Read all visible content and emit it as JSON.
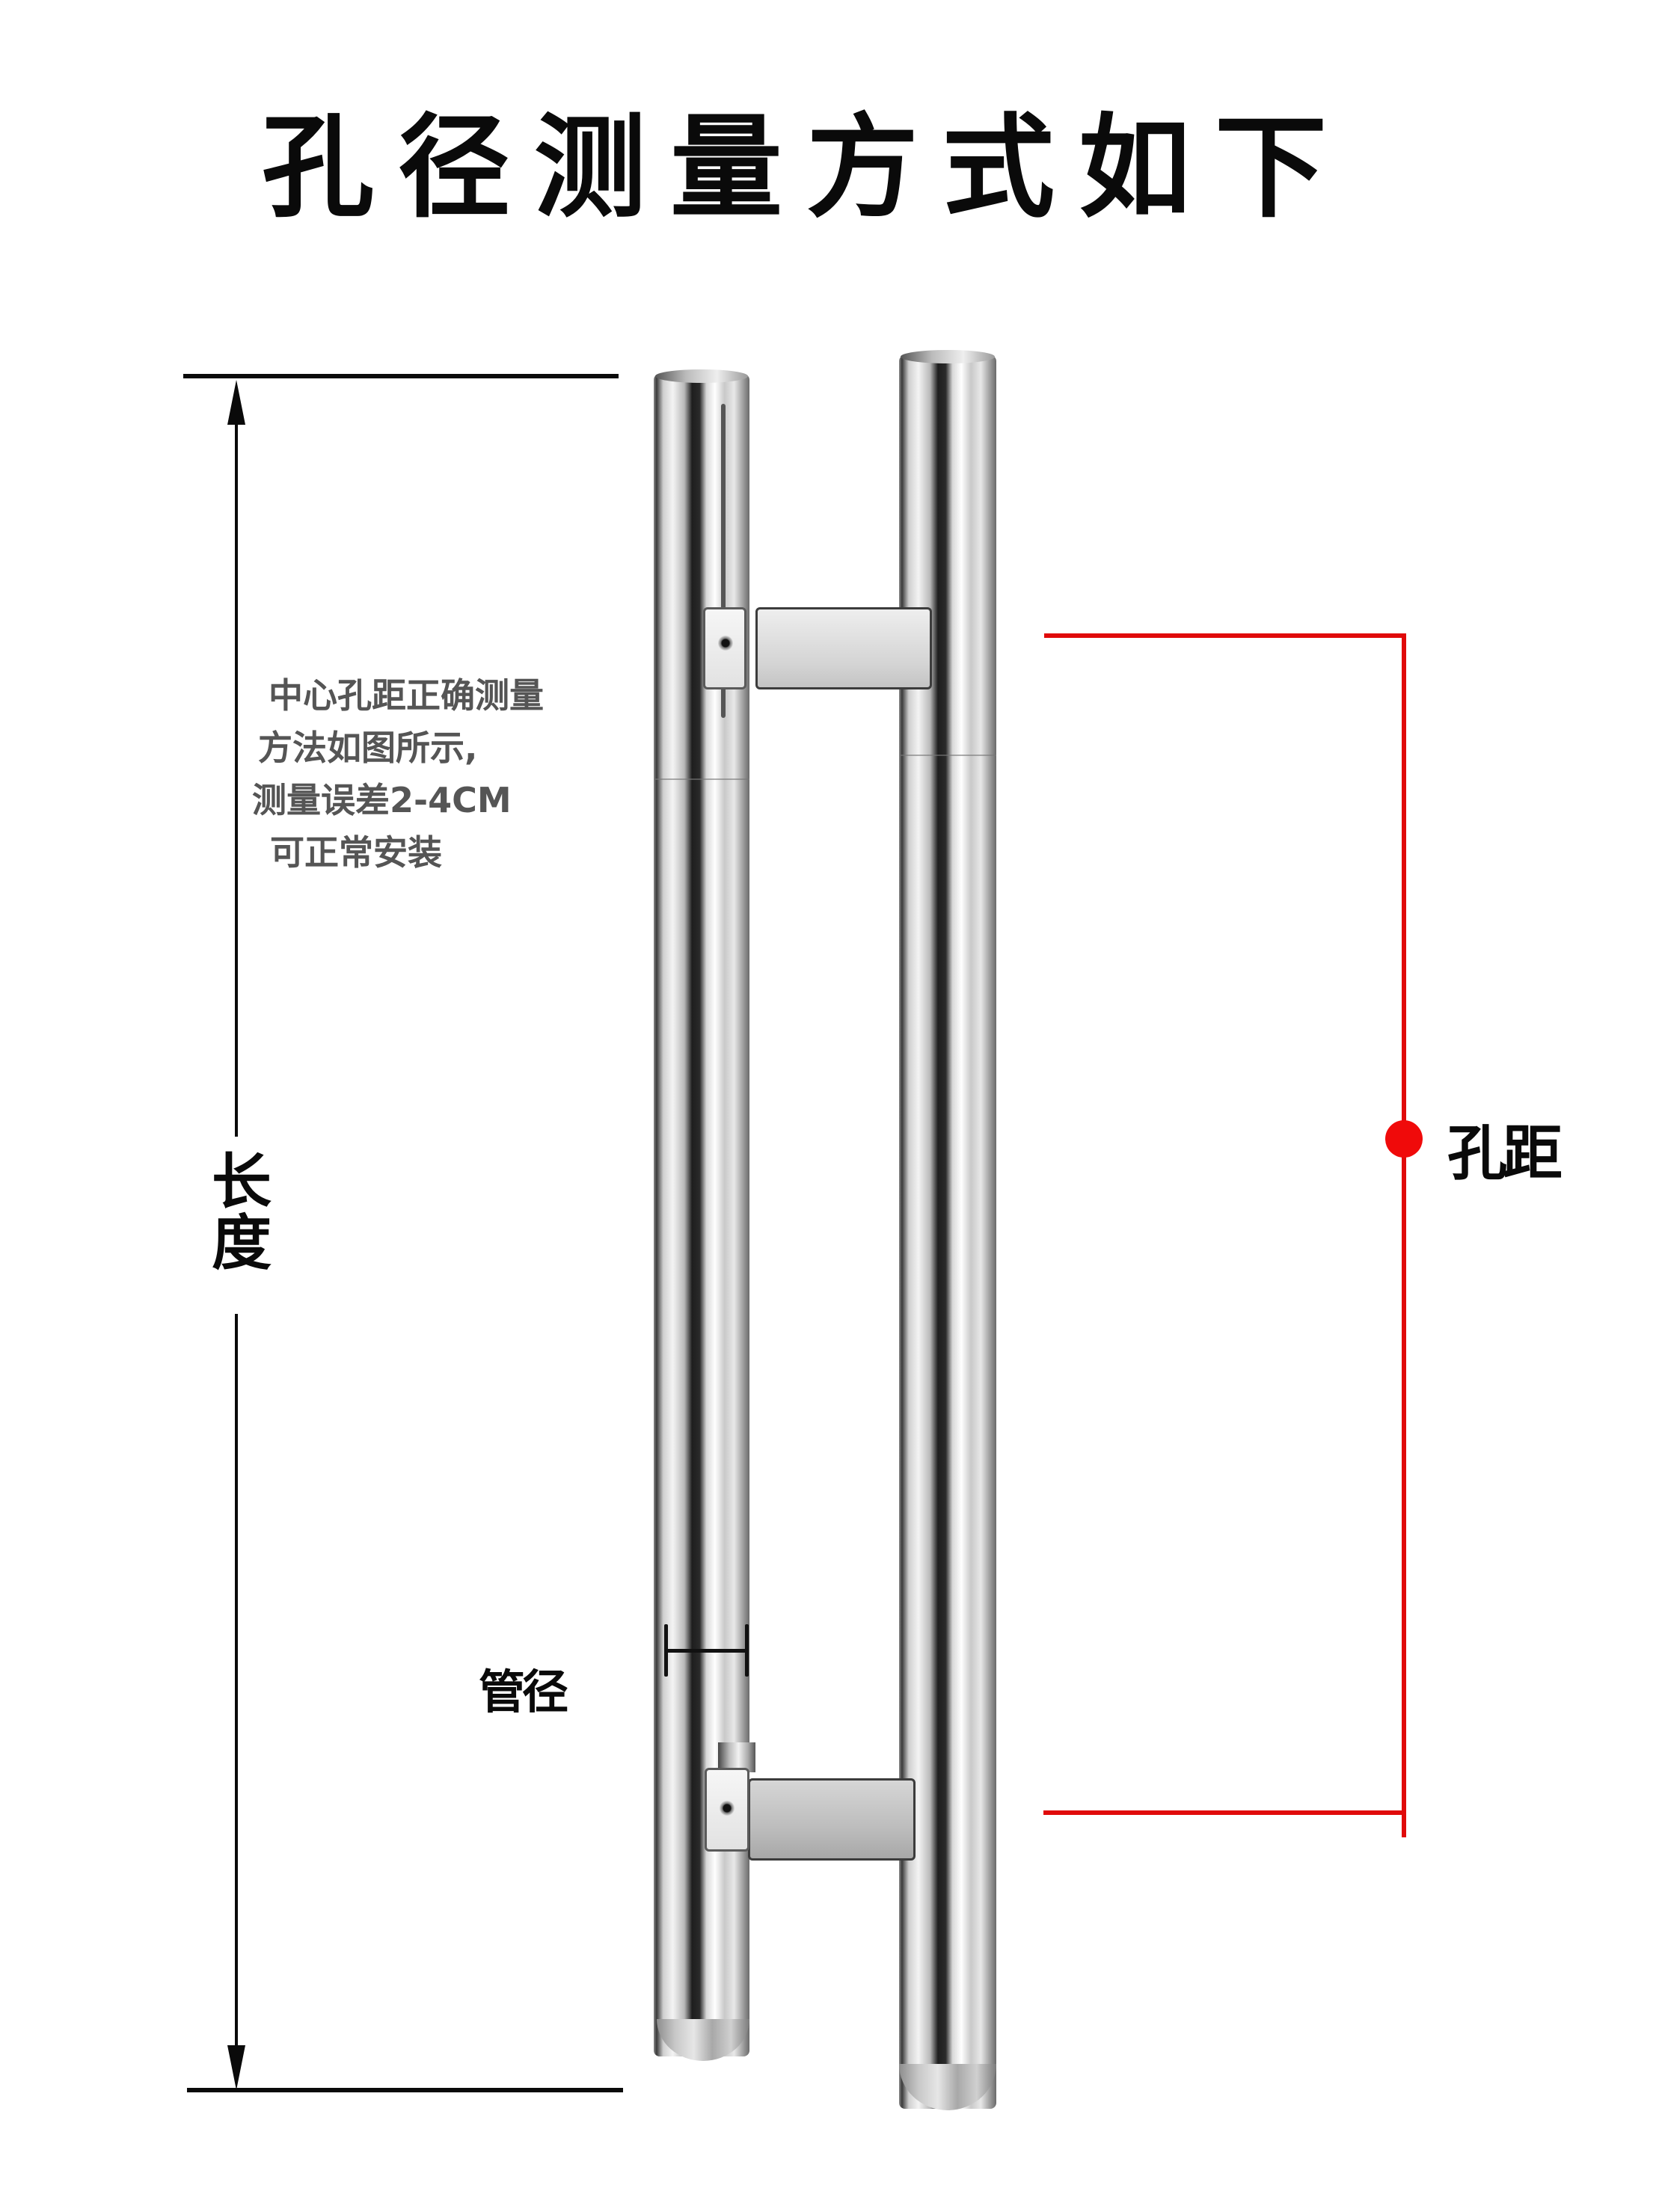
{
  "title": "孔径测量方式如下",
  "length_dimension": {
    "label_line1": "长",
    "label_line2": "度"
  },
  "note": {
    "lines": [
      "中心孔距正确测量",
      "方法如图所示,",
      "测量误差2-4CM",
      "可正常安装"
    ],
    "color": "#555555"
  },
  "pipe_diameter": {
    "label": "管径"
  },
  "hole_distance": {
    "label": "孔距",
    "accent_color": "#e00a0a"
  },
  "product": {
    "name": "stainless-steel-H-door-handle",
    "tubes": 2,
    "brackets": 2
  }
}
